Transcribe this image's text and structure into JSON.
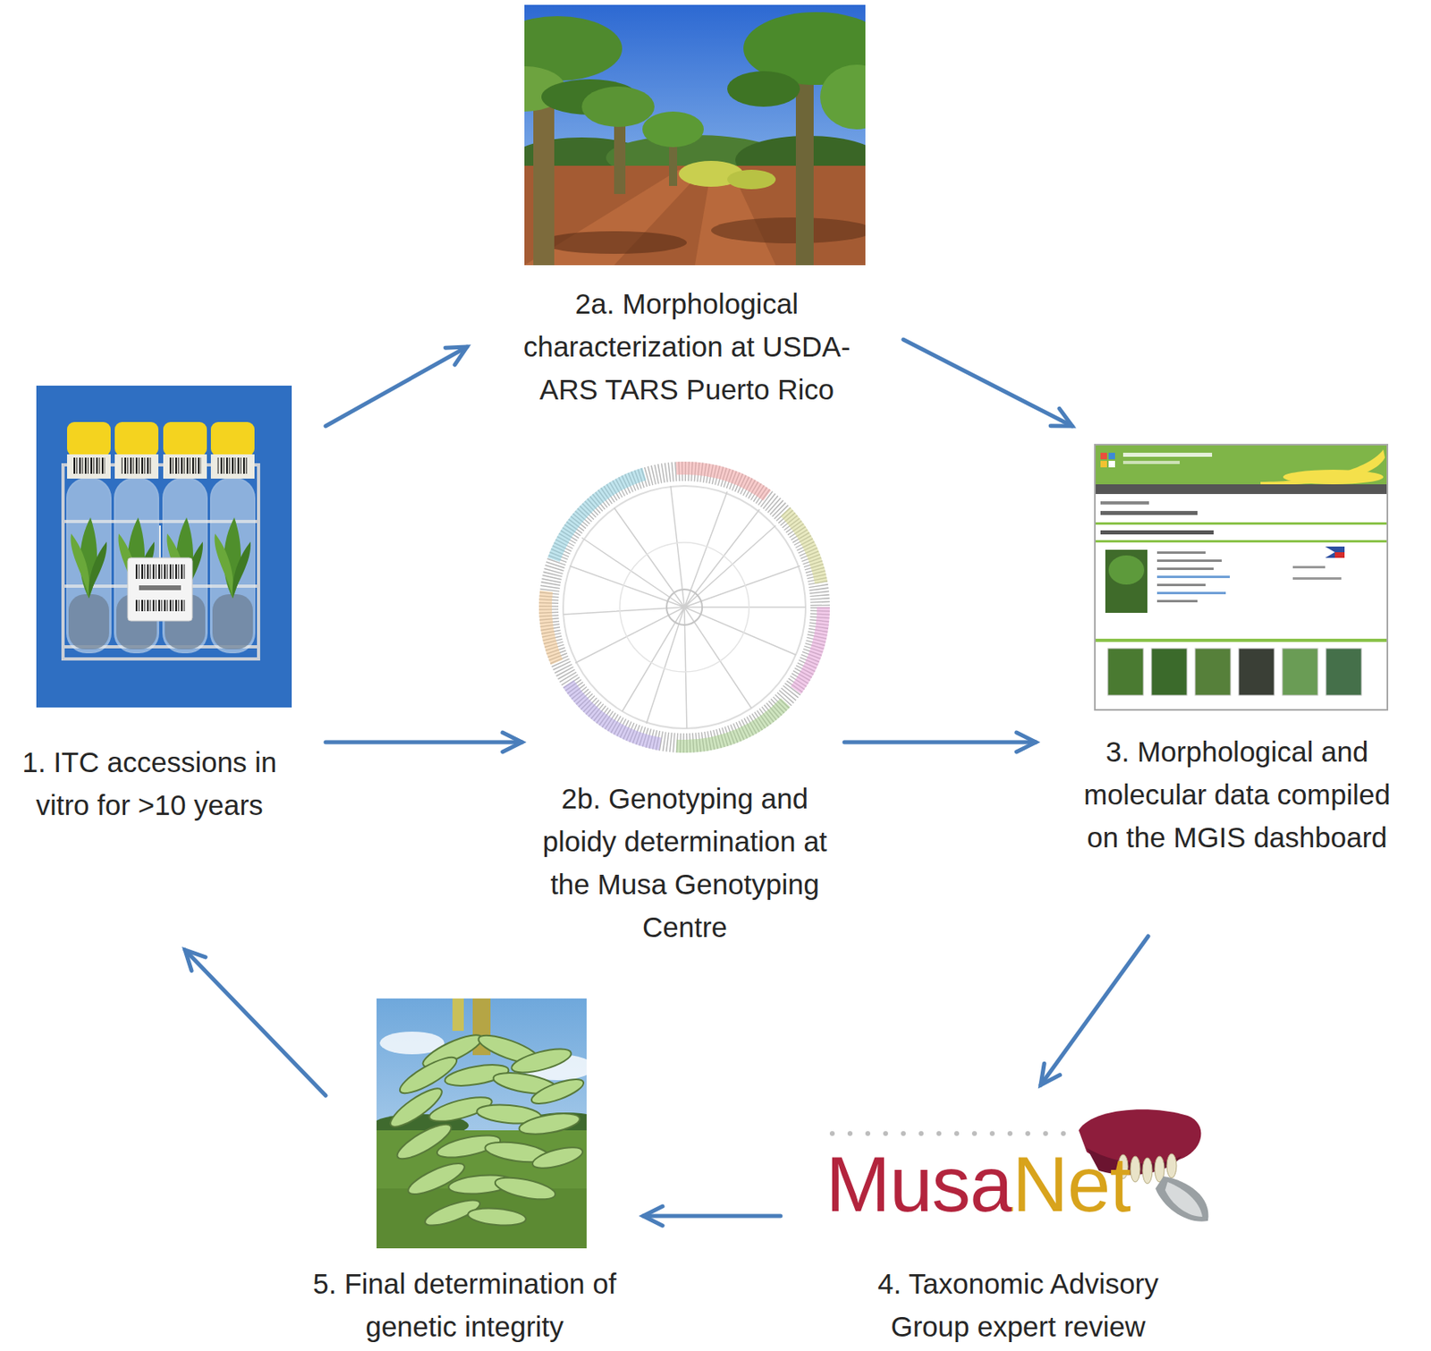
{
  "diagram": {
    "nodes": [
      {
        "text": [
          "1. ITC accessions in vitro for >10 years"
        ]
      },
      {
        "text": [
          "2a. Morphological characterization at USDA-ARS TARS Puerto Rico"
        ]
      },
      {
        "text": [
          "2b. Genotyping and ploidy determination at the Musa Genotyping Centre"
        ]
      },
      {
        "text": [
          "3. Morphological and molecular data compiled on the MGIS dashboard"
        ]
      },
      {
        "text": [
          "MusaNet",
          "4. Taxonomic Advisory Group expert review"
        ]
      },
      {
        "text": [
          "5. Final determination of genetic integrity"
        ]
      }
    ],
    "edges": [
      {
        "from": 0,
        "to": 1,
        "arrow": "to"
      },
      {
        "from": 0,
        "to": 2,
        "arrow": "to"
      },
      {
        "from": 1,
        "to": 3,
        "arrow": "to"
      },
      {
        "from": 2,
        "to": 3,
        "arrow": "to"
      },
      {
        "from": 3,
        "to": 4,
        "arrow": "to"
      },
      {
        "from": 4,
        "to": 5,
        "arrow": "to"
      },
      {
        "from": 5,
        "to": 0,
        "arrow": "to"
      }
    ]
  }
}
